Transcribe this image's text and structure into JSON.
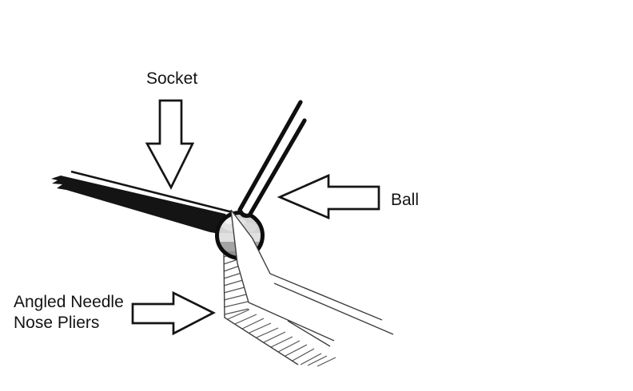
{
  "labels": {
    "socket": "Socket",
    "ball": "Ball",
    "pliers_line1": "Angled Needle",
    "pliers_line2": "Nose Pliers"
  },
  "annotations": [
    {
      "label": "Socket",
      "arrow_direction": "down",
      "points_to": "socket arm rod"
    },
    {
      "label": "Ball",
      "arrow_direction": "left",
      "points_to": "ball stud"
    },
    {
      "label": "Angled Needle Nose Pliers",
      "arrow_direction": "right",
      "points_to": "plier jaws"
    }
  ],
  "diagram_parts": [
    "socket-arm",
    "ball-stud",
    "ball",
    "near-plier-jaw",
    "hatched-plier-jaw"
  ],
  "colors": {
    "background": "#ffffff",
    "ink": "#141414",
    "outline_thin": "#3f3f3f",
    "hatch": "#555555",
    "ball_base": "#c8c8c8",
    "ball_highlight": "#e3e3e3",
    "ball_shadow": "#a4a4a4",
    "ball_shadow_dark": "#8f8f8f"
  }
}
